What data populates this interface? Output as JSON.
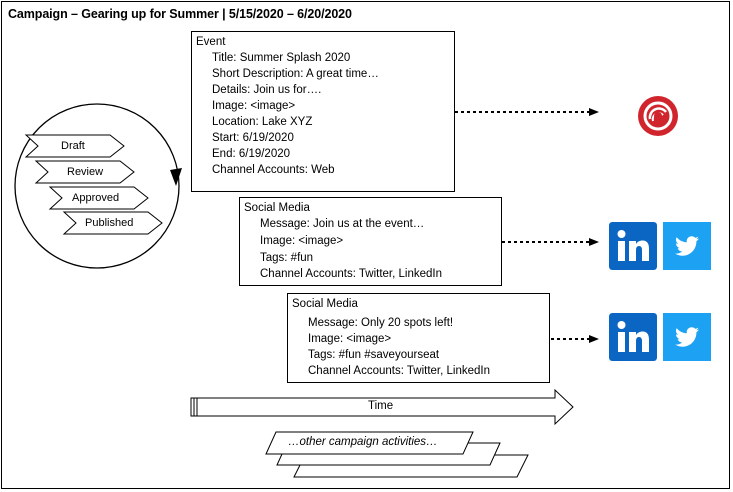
{
  "title": "Campaign – Gearing up for Summer | 5/15/2020 – 6/20/2020",
  "event_box": {
    "header": "Event",
    "lines": [
      "Title: Summer Splash 2020",
      "Short Description: A great time…",
      "Details: Join us for….",
      "Image: <image>",
      "Location: Lake XYZ",
      "Start: 6/19/2020",
      "End: 6/19/2020",
      "Channel Accounts: Web"
    ]
  },
  "social_box_1": {
    "header": "Social Media",
    "lines": [
      "Message: Join us at the event…",
      "Image: <image>",
      "Tags: #fun",
      "Channel Accounts: Twitter, LinkedIn"
    ]
  },
  "social_box_2": {
    "header": "Social Media",
    "lines": [
      "Message: Only 20 spots left!",
      "Image: <image>",
      "Tags: #fun #saveyourseat",
      "Channel Accounts: Twitter, LinkedIn"
    ]
  },
  "stages": [
    "Draft",
    "Review",
    "Approved",
    "Published"
  ],
  "time_label": "Time",
  "other_activities": "…other campaign activities…",
  "icons": {
    "sitecore": "sitecore-logo",
    "linkedin": "linkedin-logo",
    "twitter": "twitter-logo"
  },
  "colors": {
    "linkedin_blue": "#0a66c2",
    "twitter_blue": "#1da1f2",
    "sitecore_red": "#d0252d"
  }
}
